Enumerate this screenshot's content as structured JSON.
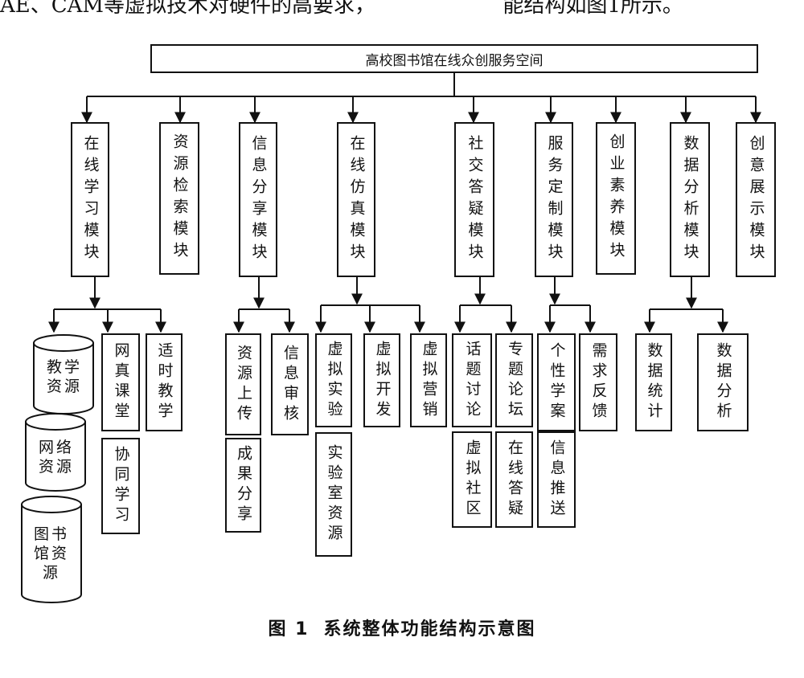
{
  "top_text": {
    "left": "AE、CAM等虚拟技术对硬件的高要求，",
    "right": "能结构如图1所示。"
  },
  "root": "高校图书馆在线众创服务空间",
  "modules": [
    {
      "id": "online-learning",
      "label": "在线学习模块"
    },
    {
      "id": "resource-search",
      "label": "资源检索模块"
    },
    {
      "id": "info-sharing",
      "label": "信息分享模块"
    },
    {
      "id": "online-simulation",
      "label": "在线仿真模块"
    },
    {
      "id": "social-qa",
      "label": "社交答疑模块"
    },
    {
      "id": "service-custom",
      "label": "服务定制模块"
    },
    {
      "id": "entrepreneurship",
      "label": "创业素养模块"
    },
    {
      "id": "data-analysis",
      "label": "数据分析模块"
    },
    {
      "id": "creative-show",
      "label": "创意展示模块"
    }
  ],
  "sub": {
    "teaching_res": "教学资源",
    "network_res": "网络资源",
    "library_res": "图书馆资源",
    "net_class": "网真课堂",
    "timely_teaching": "适时教学",
    "collab_learning": "协同学习",
    "res_upload": "资源上传",
    "info_review": "信息审核",
    "achievement_share": "成果分享",
    "virtual_exp": "虚拟实验",
    "virtual_dev": "虚拟开发",
    "virtual_marketing": "虚拟营销",
    "lab_res": "实验室资源",
    "topic_discuss": "话题讨论",
    "special_forum": "专题论坛",
    "virtual_community": "虚拟社区",
    "online_qa": "在线答疑",
    "personal_plan": "个性学案",
    "demand_feedback": "需求反馈",
    "info_push": "信息推送",
    "data_stats": "数据统计",
    "data_analysis": "数据分析"
  },
  "caption": {
    "number": "图 1",
    "title": "系统整体功能结构示意图"
  }
}
